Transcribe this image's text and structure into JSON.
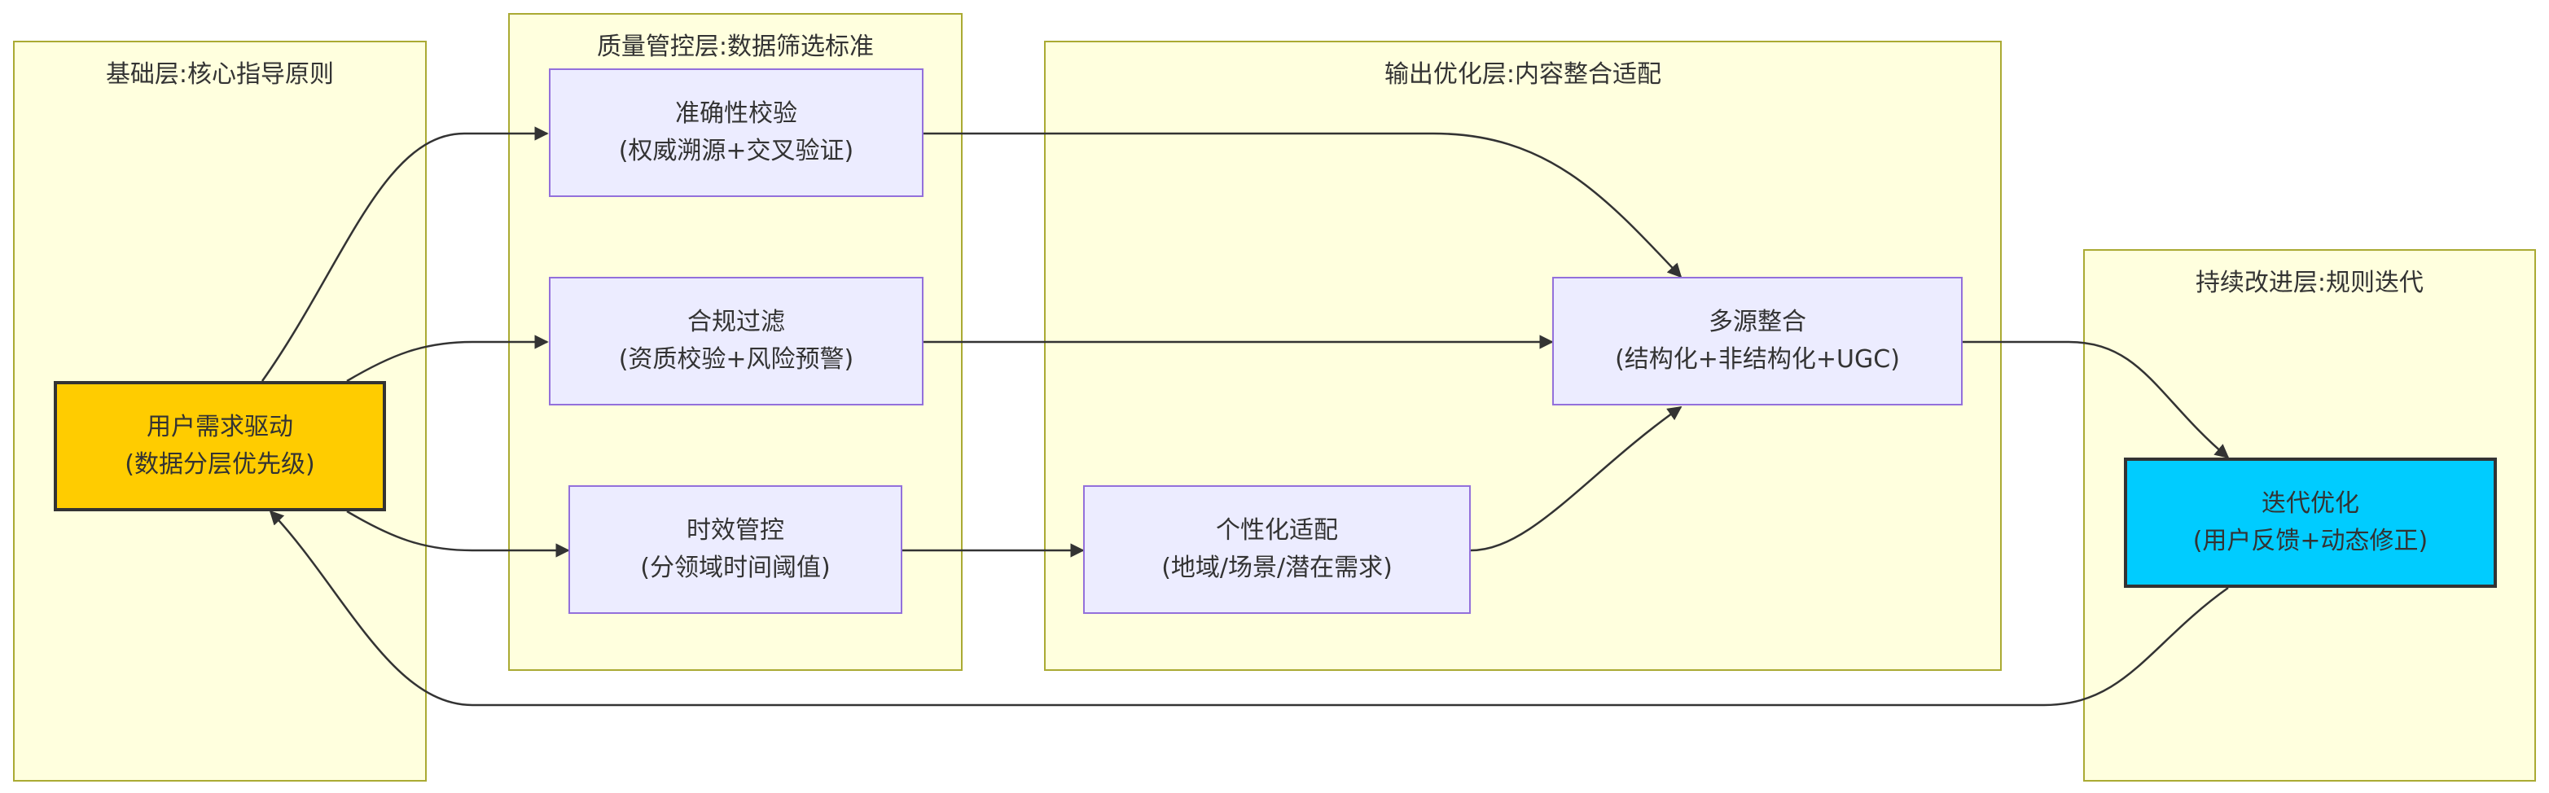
{
  "clusters": {
    "foundation": {
      "title": "基础层:核心指导原则"
    },
    "quality": {
      "title": "质量管控层:数据筛选标准"
    },
    "output": {
      "title": "输出优化层:内容整合适配"
    },
    "improve": {
      "title": "持续改进层:规则迭代"
    }
  },
  "nodes": {
    "user": {
      "line1": "用户需求驱动",
      "line2": "(数据分层优先级)"
    },
    "accuracy": {
      "line1": "准确性校验",
      "line2": "(权威溯源+交叉验证)"
    },
    "compliance": {
      "line1": "合规过滤",
      "line2": "(资质校验+风险预警)"
    },
    "timeliness": {
      "line1": "时效管控",
      "line2": "(分领域时间阈值)"
    },
    "personalize": {
      "line1": "个性化适配",
      "line2": "(地域/场景/潜在需求)"
    },
    "integrate": {
      "line1": "多源整合",
      "line2": "(结构化+非结构化+UGC)"
    },
    "iterate": {
      "line1": "迭代优化",
      "line2": "(用户反馈+动态修正)"
    }
  },
  "colors": {
    "cluster_fill": "#ffffde",
    "cluster_border": "#aaaa33",
    "node_fill": "#ececff",
    "node_border": "#9370db",
    "user_fill": "#ffcc00",
    "iterate_fill": "#00ccff",
    "edge": "#333333"
  }
}
